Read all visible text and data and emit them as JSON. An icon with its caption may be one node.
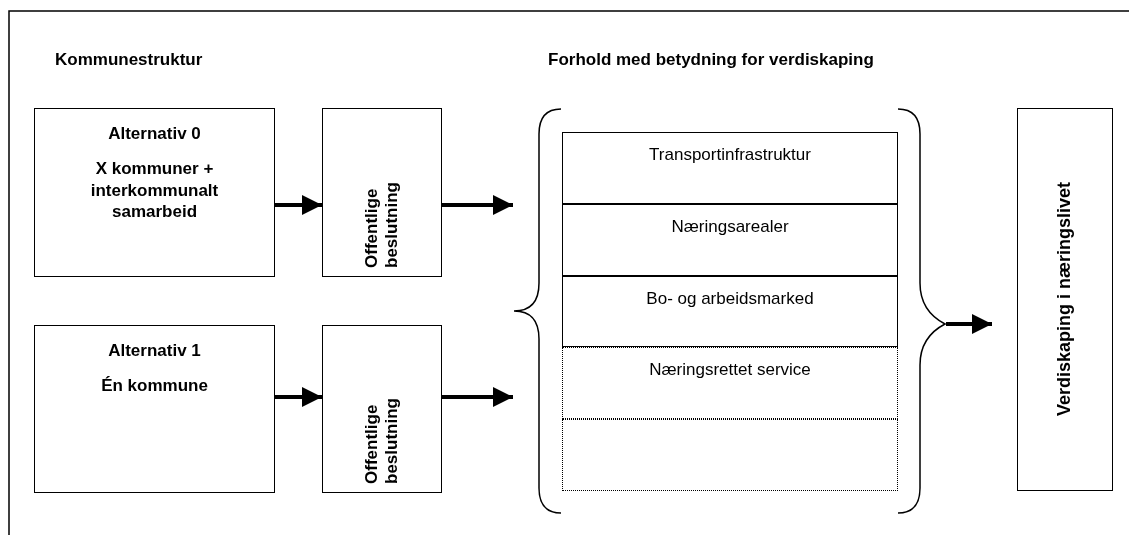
{
  "diagram": {
    "nodes": [
      {
        "text": [
          "Alternativ 0",
          "X kommuner + interkommunalt samarbeid"
        ]
      },
      {
        "text": [
          "Offentlige beslutning"
        ]
      },
      {
        "text": [
          "Alternativ 1",
          "Én kommune"
        ]
      },
      {
        "text": [
          "Offentlige beslutning"
        ]
      },
      {
        "text": [],
        "shape": "brace"
      },
      {
        "text": [
          "Transportinfrastruktur"
        ],
        "in": 4
      },
      {
        "text": [
          "Næringsarealer"
        ],
        "in": 4
      },
      {
        "text": [
          "Bo- og arbeidsmarked"
        ],
        "in": 4
      },
      {
        "text": [
          "Næringsrettet service"
        ],
        "in": 4
      },
      {
        "text": [],
        "shape": "box",
        "in": 4
      },
      {
        "text": [
          "Verdiskaping i næringslivet"
        ]
      }
    ],
    "edges": [
      {
        "from": 0,
        "to": 1,
        "arrow": "to"
      },
      {
        "from": 1,
        "to": 4,
        "arrow": "to"
      },
      {
        "from": 2,
        "to": 3,
        "arrow": "to"
      },
      {
        "from": 3,
        "to": 4,
        "arrow": "to"
      },
      {
        "from": 4,
        "to": 10,
        "arrow": "to"
      }
    ],
    "labels": [
      "Kommunestruktur",
      "Forhold med betydning for verdiskaping"
    ]
  }
}
